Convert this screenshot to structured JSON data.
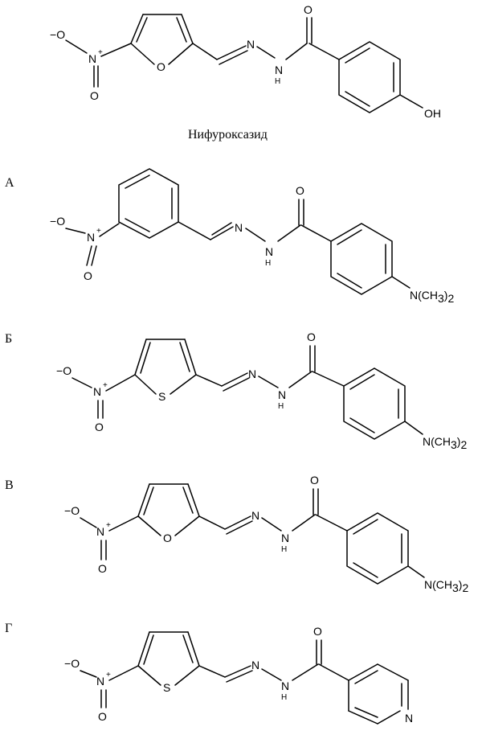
{
  "compound_title": "Нифуроксазид",
  "panels": [
    {
      "letter": "А"
    },
    {
      "letter": "Б"
    },
    {
      "letter": "В"
    },
    {
      "letter": "Г"
    }
  ],
  "atoms": {
    "O": "O",
    "N": "N",
    "NH": "H",
    "S": "S",
    "OH": "OH",
    "minus": "−",
    "plus": "+",
    "NMe2": "N(CH",
    "NMe2_sub": "3",
    "NMe2_close": ")",
    "NMe2_count": "2"
  },
  "colors": {
    "ink": "#000000",
    "background": "#ffffff"
  }
}
